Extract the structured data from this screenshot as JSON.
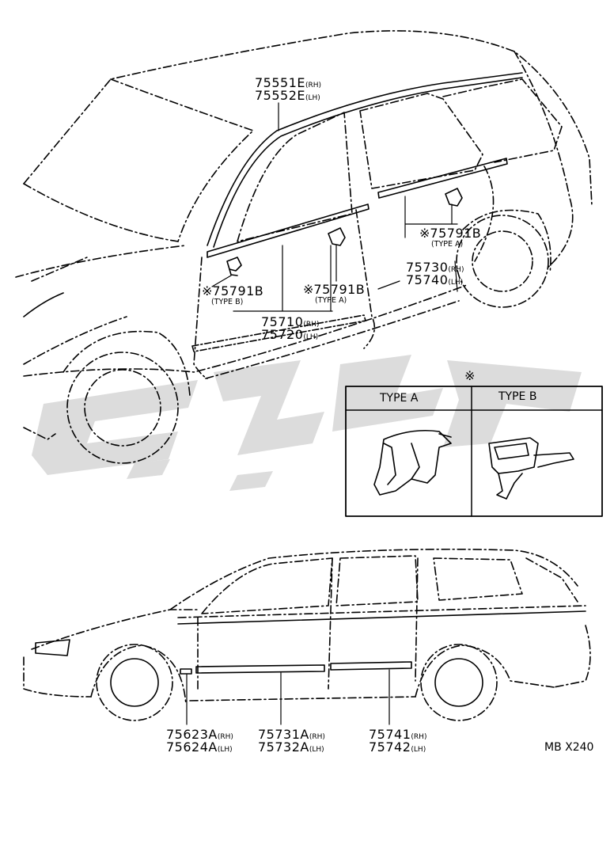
{
  "upper_view": {
    "roof_moulding": {
      "rh": "75551E",
      "rh_sfx": "(RH)",
      "lh": "75552E",
      "lh_sfx": "(LH)"
    },
    "clip_front": {
      "mark": "※",
      "part": "75791B",
      "type": "(TYPE B)"
    },
    "clip_mid": {
      "mark": "※",
      "part": "75791B",
      "type": "(TYPE A)"
    },
    "clip_rear": {
      "mark": "※",
      "part": "75791B",
      "type": "(TYPE A)"
    },
    "rear_door_moulding": {
      "rh": "75730",
      "rh_sfx": "(RH)",
      "lh": "75740",
      "lh_sfx": "(LH)"
    },
    "front_door_moulding": {
      "rh": "75710",
      "rh_sfx": "(RH)",
      "lh": "75720",
      "lh_sfx": "(LH)"
    }
  },
  "detail_box": {
    "mark": "※",
    "type_a_label": "TYPE A",
    "type_b_label": "TYPE B"
  },
  "lower_view": {
    "fender_moulding": {
      "rh": "75623A",
      "rh_sfx": "(RH)",
      "lh": "75624A",
      "lh_sfx": "(LH)"
    },
    "front_door_side_moulding": {
      "rh": "75731A",
      "rh_sfx": "(RH)",
      "lh": "75732A",
      "lh_sfx": "(LH)"
    },
    "rear_door_side_moulding": {
      "rh": "75741",
      "rh_sfx": "(RH)",
      "lh": "75742",
      "lh_sfx": "(LH)"
    }
  },
  "diagram_code": "MB X240"
}
